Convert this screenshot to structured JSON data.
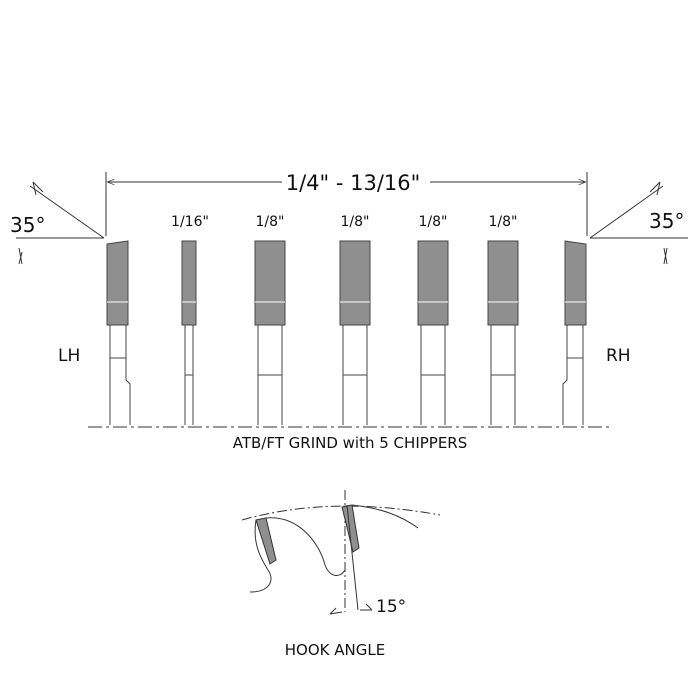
{
  "diagram": {
    "overall_dimension": "1/4\" - 13/16\"",
    "left_angle": "35°",
    "right_angle": "35°",
    "left_label": "LH",
    "right_label": "RH",
    "chipper_widths": [
      "1/16\"",
      "1/8\"",
      "1/8\"",
      "1/8\"",
      "1/8\""
    ],
    "caption": "ATB/FT GRIND with 5 CHIPPERS",
    "hook_angle_value": "15°",
    "hook_angle_caption": "HOOK ANGLE"
  },
  "colors": {
    "tip_gray": "#8f8f8f",
    "line": "#333333"
  }
}
